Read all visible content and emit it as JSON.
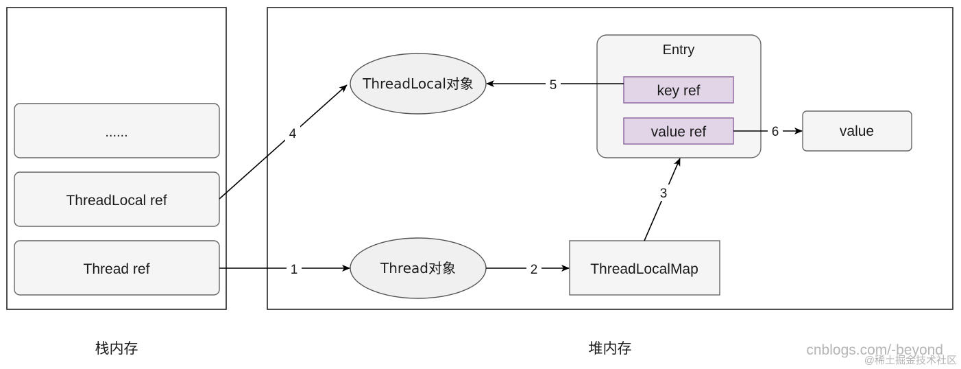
{
  "stack": {
    "slots": [
      "......",
      "ThreadLocal ref",
      "Thread ref"
    ],
    "caption": "栈内存"
  },
  "heap": {
    "caption": "堆内存",
    "thread_obj": "Thread对象",
    "threadlocal_obj": "ThreadLocal对象",
    "map": "ThreadLocalMap",
    "entry": {
      "title": "Entry",
      "key": "key ref",
      "value": "value ref"
    },
    "value": "value"
  },
  "arrows": [
    "1",
    "2",
    "3",
    "4",
    "5",
    "6"
  ],
  "watermark": {
    "site": "cnblogs.com/-beyond",
    "community": "@稀土掘金技术社区"
  },
  "colors": {
    "box_fill": "#f5f5f5",
    "box_stroke": "#666666",
    "ellipse_fill": "#f0f0f0",
    "entry_field_fill": "#e1d5e7",
    "entry_field_stroke": "#9673a6",
    "line": "#000000",
    "watermark": "#b5b5b5"
  }
}
